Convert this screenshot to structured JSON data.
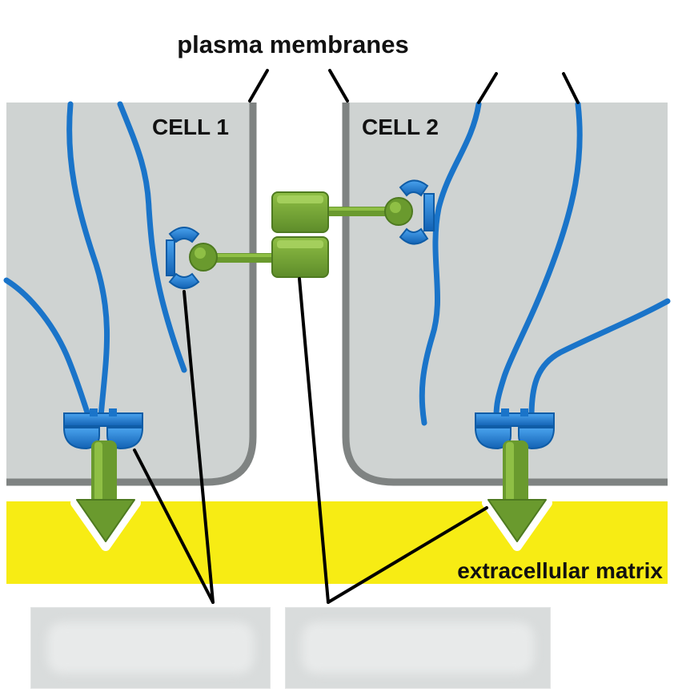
{
  "labels": {
    "plasma_membranes": "plasma membranes",
    "cell1": "CELL 1",
    "cell2": "CELL 2",
    "extracellular_matrix": "extracellular matrix"
  },
  "colors": {
    "cytoplasm": "#cfd3d2",
    "membrane": "#7f8382",
    "matrix": "#f7ec14",
    "fiber": "#1a74c9",
    "fiber_light": "#5aa7ee",
    "adhesion_protein": "#6a9a2e",
    "adhesion_protein_light": "#8fbf45",
    "arrow": "#5e8c2a",
    "label_line": "#000000"
  },
  "blank_label_boxes": [
    "",
    ""
  ]
}
